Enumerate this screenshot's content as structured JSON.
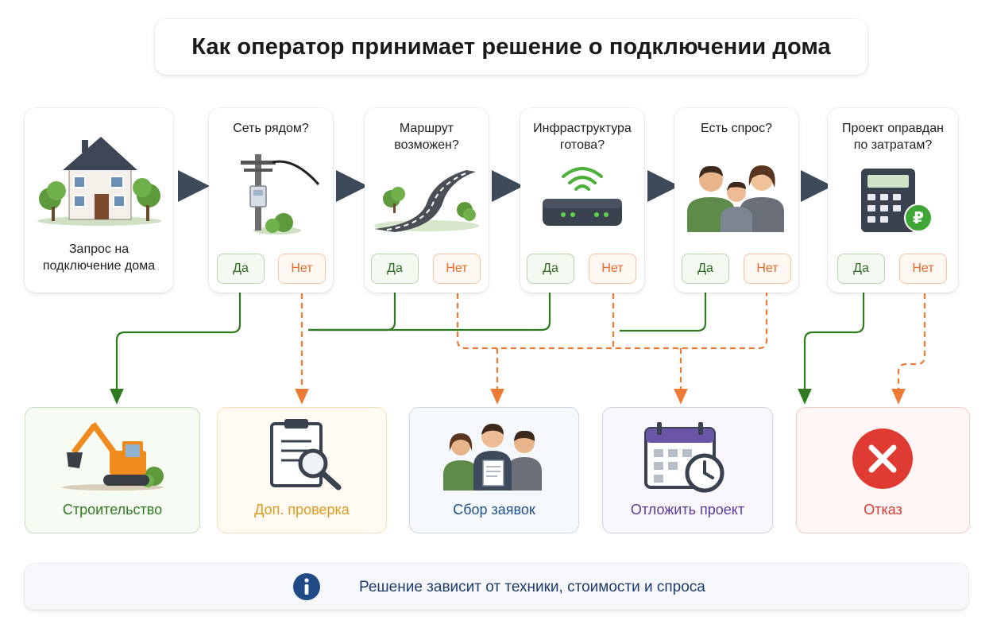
{
  "title": "Как оператор принимает решение о подключении дома",
  "start": {
    "label": "Запрос на подключение дома"
  },
  "yes_label": "Да",
  "no_label": "Нет",
  "steps": [
    {
      "label": "Сеть рядом?",
      "icon": "utility-pole-icon"
    },
    {
      "label": "Маршрут возможен?",
      "icon": "road-icon"
    },
    {
      "label": "Инфраструктура готова?",
      "icon": "router-icon"
    },
    {
      "label": "Есть спрос?",
      "icon": "family-icon"
    },
    {
      "label": "Проект оправдан по затратам?",
      "icon": "calculator-ruble-icon"
    }
  ],
  "outcomes": [
    {
      "label": "Строительство",
      "icon": "excavator-icon",
      "color": "#2f7a1f",
      "border": "#c7e0bd",
      "bg": "#f6fbf4"
    },
    {
      "label": "Доп. проверка",
      "icon": "clipboard-search-icon",
      "color": "#e09a1e",
      "border": "#f5dfb8",
      "bg": "#fffbf3"
    },
    {
      "label": "Сбор заявок",
      "icon": "people-applications-icon",
      "color": "#1f4f8c",
      "border": "#ccd7ea",
      "bg": "#f5f8fd"
    },
    {
      "label": "Отложить проект",
      "icon": "calendar-clock-icon",
      "color": "#5a3a9a",
      "border": "#d8cdea",
      "bg": "#f9f7fd"
    },
    {
      "label": "Отказ",
      "icon": "reject-icon",
      "color": "#d63a32",
      "border": "#f3c9c4",
      "bg": "#fff6f5"
    }
  ],
  "footer": {
    "text": "Решение зависит от техники, стоимости и спроса",
    "icon": "info-icon"
  },
  "colors": {
    "yes_line": "#2f7a1f",
    "no_line": "#ee7a35",
    "arrow": "#3d4a5c"
  }
}
